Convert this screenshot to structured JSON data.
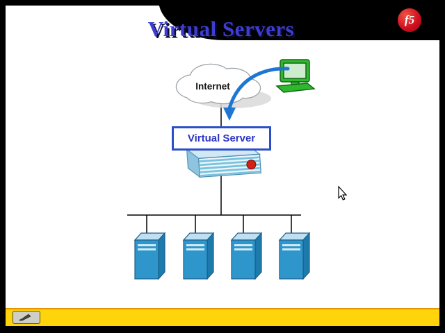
{
  "slide": {
    "title": "Virtual Servers"
  },
  "logo": {
    "text": "f5"
  },
  "diagram": {
    "internet_label": "Internet",
    "virtual_server_label": "Virtual Server",
    "server_count": 4
  },
  "colors": {
    "background_black": "#000000",
    "slide_white": "#ffffff",
    "title_blue": "#3d3dcf",
    "box_border_blue": "#2b4fc8",
    "arrow_blue": "#1f76d2",
    "server_front_blue": "#2f96cc",
    "appliance_teal": "#79c2de",
    "computer_green": "#2eb82e",
    "footer_yellow": "#ffd40a",
    "footer_orange_line": "#e39400",
    "logo_red": "#d01020"
  },
  "icons": {
    "internet_cloud": "cloud-shape",
    "client_computer": "green-desktop-computer",
    "connection_arrow": "curved-blue-arrow",
    "bigip_appliance": "network-appliance-with-f5-badge",
    "server_tower": "blue-3d-server-tower",
    "mouse_cursor": "pointer-arrow",
    "pen_tool": "presenter-pen-glyph"
  }
}
